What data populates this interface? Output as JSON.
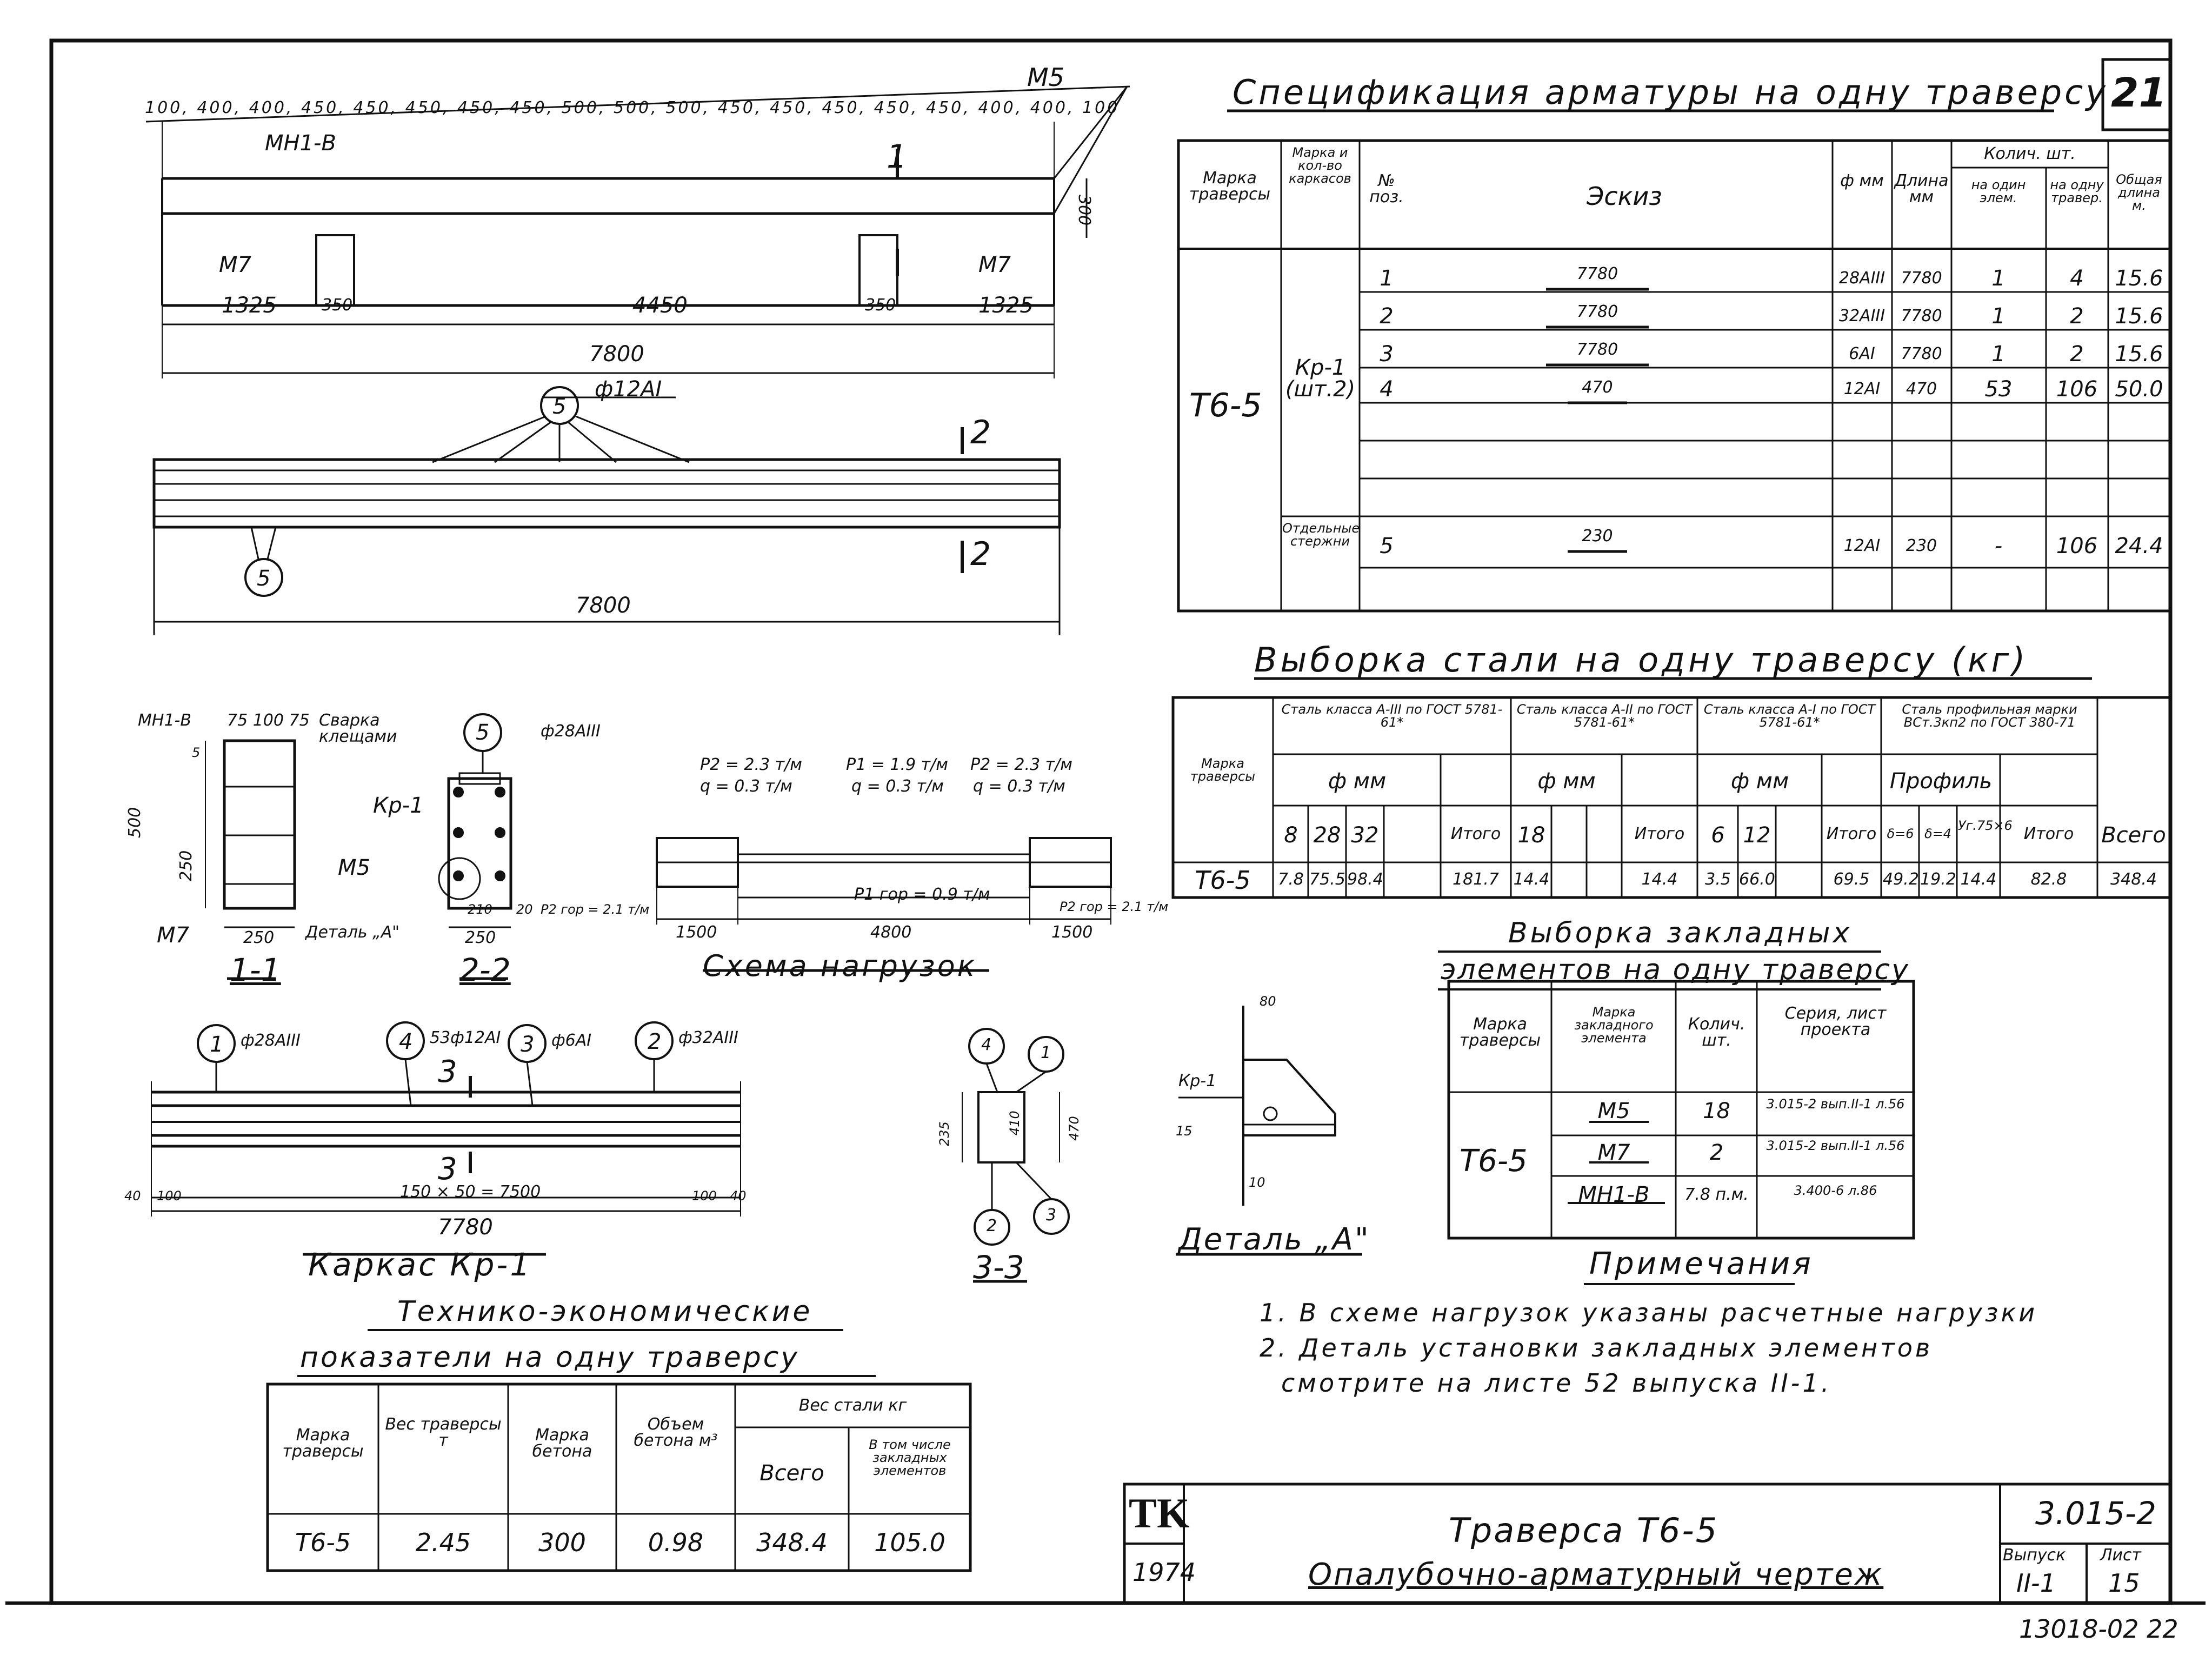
{
  "sheet": {
    "sheet_corner_number": "21",
    "logo": "TK",
    "year": "1974",
    "title_main": "Траверса Т6-5",
    "title_sub": "Опалубочно-арматурный чертеж",
    "series": "3.015-2",
    "vypusk_label": "Выпуск",
    "vypusk_value": "II-1",
    "list_label": "Лист",
    "list_value": "15",
    "archive_number": "13018-02 22"
  },
  "elevation": {
    "spacing_text": "100, 400, 400, 450, 450, 450, 450, 450, 500, 500, 500, 450, 450, 450, 450, 450, 400, 400, 100",
    "m5": "М5",
    "mn1b": "МН1-В",
    "section_1": "1",
    "m7_left": "М7",
    "m7_right": "М7",
    "dim_1325_left": "1325",
    "dim_350_left": "350",
    "dim_4450": "4450",
    "dim_350_right": "350",
    "dim_1325_right": "1325",
    "dim_7800": "7800",
    "dim_300": "300"
  },
  "plan": {
    "pos5_top": "5",
    "bar_label": "ф12АI",
    "section_2": "2",
    "pos5_bottom": "5",
    "dim_7800": "7800"
  },
  "section_1_1": {
    "mn1b": "МН1-В",
    "dims_top": "75  100  75",
    "dim_500": "500",
    "dim_250v": "250",
    "dim_5": "5",
    "m5": "М5",
    "m7": "М7",
    "dim_250": "250",
    "caption": "1-1"
  },
  "section_2_2": {
    "svarka": "Сварка клещами",
    "pos5": "5",
    "bar": "ф28АIII",
    "kr1": "Кр-1",
    "detal": "Деталь „А\"",
    "dim_210": "210",
    "dim_20": "20",
    "dim_250": "250",
    "caption": "2-2"
  },
  "load_scheme": {
    "p2_left": "P2 = 2.3 т/м",
    "q_left": "q = 0.3 т/м",
    "p1": "P1 = 1.9 т/м",
    "q_mid": "q = 0.3 т/м",
    "p2_right": "P2 = 2.3 т/м",
    "q_right": "q = 0.3 т/м",
    "p2hor_left": "P2 гор = 2.1 т/м",
    "p1hor": "P1 гор = 0.9 т/м",
    "p2hor_right": "P2 гор = 2.1 т/м",
    "dim_1500_left": "1500",
    "dim_4800": "4800",
    "dim_1500_right": "1500",
    "caption": "Схема нагрузок"
  },
  "frame_kr1": {
    "pos1": "1",
    "bar1": "ф28АIII",
    "pos4": "4",
    "bar4": "53ф12АI",
    "pos3": "3",
    "bar3": "ф6АI",
    "pos2": "2",
    "bar2": "ф32АIII",
    "section_3": "3",
    "dim_40": "40",
    "dim_100": "100",
    "dim_pitch": "150 × 50 = 7500",
    "dim_100r": "100",
    "dim_40r": "40",
    "dim_7780": "7780",
    "caption": "Каркас Кр-1"
  },
  "section_3_3": {
    "pos4": "4",
    "pos1": "1",
    "pos2": "2",
    "pos3": "3",
    "dim_235": "235",
    "dim_410": "410",
    "dim_470": "470",
    "caption": "3-3"
  },
  "detail_a": {
    "dim_80": "80",
    "kr1": "Кр-1",
    "dim_15": "15",
    "dim_10": "10",
    "caption": "Деталь „А\""
  },
  "spec_table": {
    "title": "Спецификация арматуры на одну траверсу",
    "headers": [
      "Марка траверсы",
      "Марка и кол-во каркасов",
      "№ поз.",
      "Эскиз",
      "ф мм",
      "Длина мм",
      "на один элем.",
      "на одну травер.",
      "Общая длина м."
    ],
    "header_qty": "Колич. шт.",
    "marka": "Т6-5",
    "karkas": "Кр-1 (шт.2)",
    "rows": [
      {
        "pos": "1",
        "sketch": "7780",
        "dia": "28АIII",
        "len": "7780",
        "n1": "1",
        "n2": "4",
        "total": "15.6"
      },
      {
        "pos": "2",
        "sketch": "7780",
        "dia": "32АIII",
        "len": "7780",
        "n1": "1",
        "n2": "2",
        "total": "15.6"
      },
      {
        "pos": "3",
        "sketch": "7780",
        "dia": "6АI",
        "len": "7780",
        "n1": "1",
        "n2": "2",
        "total": "15.6"
      },
      {
        "pos": "4",
        "sketch": "470",
        "dia": "12АI",
        "len": "470",
        "n1": "53",
        "n2": "106",
        "total": "50.0"
      }
    ],
    "separate_label": "Отдельные стержни",
    "separate_row": {
      "pos": "5",
      "sketch": "230",
      "dia": "12АI",
      "len": "230",
      "n1": "-",
      "n2": "106",
      "total": "24.4"
    }
  },
  "steel_table": {
    "title": "Выборка стали на одну траверсу (кг)",
    "col_marka": "Марка траверсы",
    "groups": [
      "Сталь класса А-III по ГОСТ 5781-61*",
      "Сталь класса А-II по ГОСТ 5781-61*",
      "Сталь класса А-I по ГОСТ 5781-61*",
      "Сталь профильная марки ВСт.3кп2 по ГОСТ 380-71"
    ],
    "sub_mm": "ф мм",
    "sub_profile": "Профиль",
    "diam_a3": [
      "8",
      "28",
      "32"
    ],
    "itogo": "Итого",
    "diam_a2": [
      "18"
    ],
    "diam_a1": [
      "6",
      "12"
    ],
    "profile_cols": [
      "δ=6",
      "δ=4",
      "Уг.75×6"
    ],
    "vsego": "Всего",
    "row": {
      "marka": "Т6-5",
      "a3": [
        "7.8",
        "75.5",
        "98.4"
      ],
      "a3_itogo": "181.7",
      "a2": [
        "14.4"
      ],
      "a2_itogo": "14.4",
      "a1": [
        "3.5",
        "66.0"
      ],
      "a1_itogo": "69.5",
      "profile": [
        "49.2",
        "19.2",
        "14.4"
      ],
      "profile_itogo": "82.8",
      "vsego": "348.4"
    }
  },
  "embedded_table": {
    "title_line1": "Выборка закладных",
    "title_line2": "элементов на одну траверсу",
    "headers": [
      "Марка траверсы",
      "Марка закладного элемента",
      "Колич. шт.",
      "Серия, лист проекта"
    ],
    "marka": "Т6-5",
    "rows": [
      {
        "element": "М5",
        "qty": "18",
        "ref": "3.015-2 вып.II-1 л.56"
      },
      {
        "element": "М7",
        "qty": "2",
        "ref": "3.015-2 вып.II-1 л.56"
      },
      {
        "element": "МН1-В",
        "qty": "7.8 п.м.",
        "ref": "3.400-6 л.86"
      }
    ]
  },
  "notes": {
    "title": "Примечания",
    "items": [
      "1. В схеме нагрузок указаны расчетные нагрузки",
      "2. Деталь установки закладных элементов",
      "смотрите на листе 52 выпуска II-1."
    ]
  },
  "tech_table": {
    "title_line1": "Технико-экономические",
    "title_line2": "показатели на одну траверсу",
    "headers": [
      "Марка траверсы",
      "Вес траверсы т",
      "Марка бетона",
      "Объем бетона м³",
      "Всего",
      "В том числе закладных элементов"
    ],
    "header_weight": "Вес стали кг",
    "row": [
      "Т6-5",
      "2.45",
      "300",
      "0.98",
      "348.4",
      "105.0"
    ]
  }
}
